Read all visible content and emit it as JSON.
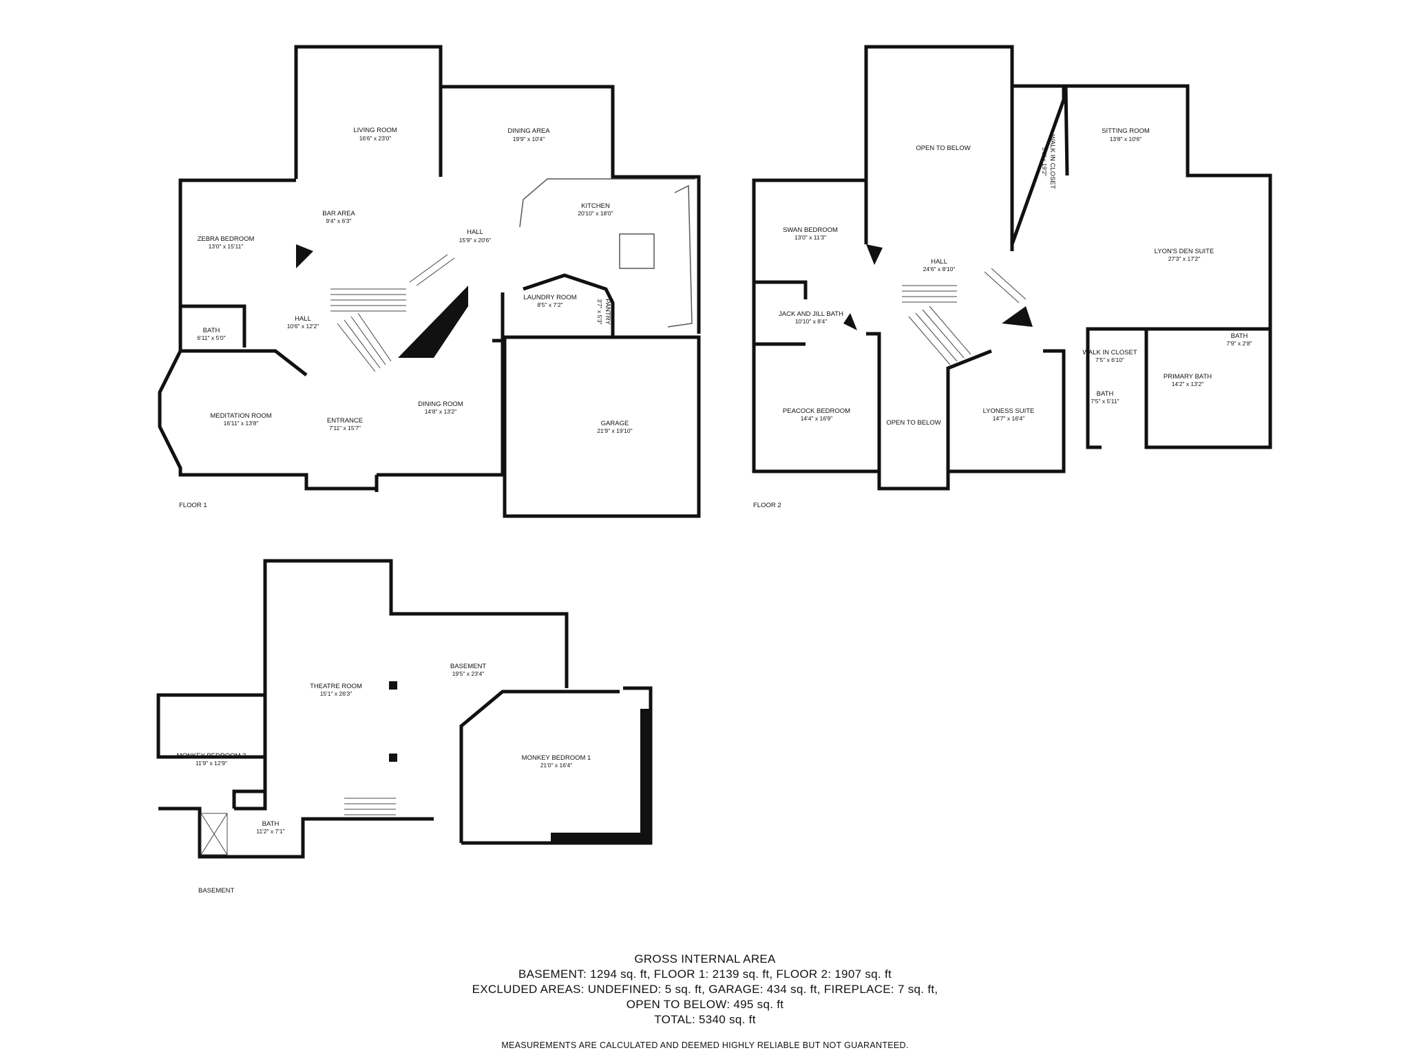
{
  "floors": {
    "floor1": "FLOOR 1",
    "floor2": "FLOOR 2",
    "basement": "BASEMENT"
  },
  "rooms": {
    "living_room": {
      "name": "LIVING ROOM",
      "dims": "16'6\" x 23'0\""
    },
    "dining_area": {
      "name": "DINING AREA",
      "dims": "19'9\" x 10'4\""
    },
    "bar_area": {
      "name": "BAR AREA",
      "dims": "9'4\" x 6'3\""
    },
    "zebra_bedroom": {
      "name": "ZEBRA BEDROOM",
      "dims": "13'0\" x 15'11\""
    },
    "hall_f1_upper": {
      "name": "HALL",
      "dims": "15'9\" x 20'6\""
    },
    "kitchen": {
      "name": "KITCHEN",
      "dims": "20'10\" x 18'0\""
    },
    "laundry_room": {
      "name": "LAUNDRY ROOM",
      "dims": "8'5\" x 7'2\""
    },
    "pantry": {
      "name": "PANTRY",
      "dims": "3'7\" x 5'3\""
    },
    "hall_f1_lower": {
      "name": "HALL",
      "dims": "10'6\" x 12'2\""
    },
    "bath_f1": {
      "name": "BATH",
      "dims": "6'11\" x 5'0\""
    },
    "meditation_room": {
      "name": "MEDITATION ROOM",
      "dims": "16'11\" x 13'8\""
    },
    "entrance": {
      "name": "ENTRANCE",
      "dims": "7'11\" x 15'7\""
    },
    "dining_room": {
      "name": "DINING ROOM",
      "dims": "14'8\" x 13'2\""
    },
    "garage": {
      "name": "GARAGE",
      "dims": "21'9\" x 19'10\""
    },
    "open_to_below_top": {
      "name": "OPEN TO BELOW"
    },
    "walk_in_closet_vert": {
      "name": "WALK IN CLOSET",
      "dims": "5'6\" x 19'2\""
    },
    "sitting_room": {
      "name": "SITTING ROOM",
      "dims": "13'8\" x 10'6\""
    },
    "swan_bedroom": {
      "name": "SWAN BEDROOM",
      "dims": "13'0\" x 11'3\""
    },
    "hall_f2": {
      "name": "HALL",
      "dims": "24'6\" x 8'10\""
    },
    "lyons_den": {
      "name": "LYON'S DEN SUITE",
      "dims": "27'3\" x 17'2\""
    },
    "jack_jill": {
      "name": "JACK AND JILL BATH",
      "dims": "10'10\" x 8'4\""
    },
    "walk_in_closet": {
      "name": "WALK IN CLOSET",
      "dims": "7'5\" x 6'10\""
    },
    "bath_f2_small": {
      "name": "BATH",
      "dims": "7'9\" x 2'8\""
    },
    "primary_bath": {
      "name": "PRIMARY BATH",
      "dims": "14'2\" x 13'2\""
    },
    "peacock_bedroom": {
      "name": "PEACOCK BEDROOM",
      "dims": "14'4\" x 16'9\""
    },
    "open_to_below_bottom": {
      "name": "OPEN TO BELOW"
    },
    "lyoness_suite": {
      "name": "LYONESS SUITE",
      "dims": "14'7\" x 16'4\""
    },
    "bath_f2_b": {
      "name": "BATH",
      "dims": "7'5\" x 5'11\""
    },
    "basement": {
      "name": "BASEMENT",
      "dims": "19'5\" x 23'4\""
    },
    "theatre_room": {
      "name": "THEATRE ROOM",
      "dims": "15'1\" x 26'3\""
    },
    "monkey_bedroom_2": {
      "name": "MONKEY BEDROOM 2",
      "dims": "11'9\" x 12'9\""
    },
    "monkey_bedroom_1": {
      "name": "MONKEY BEDROOM 1",
      "dims": "21'0\" x 16'4\""
    },
    "bath_basement": {
      "name": "BATH",
      "dims": "11'2\" x 7'1\""
    }
  },
  "footer": {
    "title": "GROSS INTERNAL AREA",
    "line1": "BASEMENT: 1294 sq. ft, FLOOR 1: 2139 sq. ft, FLOOR 2: 1907 sq. ft",
    "line2": "EXCLUDED AREAS: UNDEFINED: 5 sq. ft, GARAGE: 434 sq. ft, FIREPLACE: 7 sq. ft,",
    "line3": "OPEN TO BELOW: 495 sq. ft",
    "line4": "TOTAL: 5340 sq. ft",
    "disclaimer": "MEASUREMENTS ARE CALCULATED AND DEEMED HIGHLY RELIABLE BUT NOT GUARANTEED."
  },
  "colors": {
    "wall": "#111111",
    "window": "#ffffff",
    "background": "#ffffff"
  }
}
